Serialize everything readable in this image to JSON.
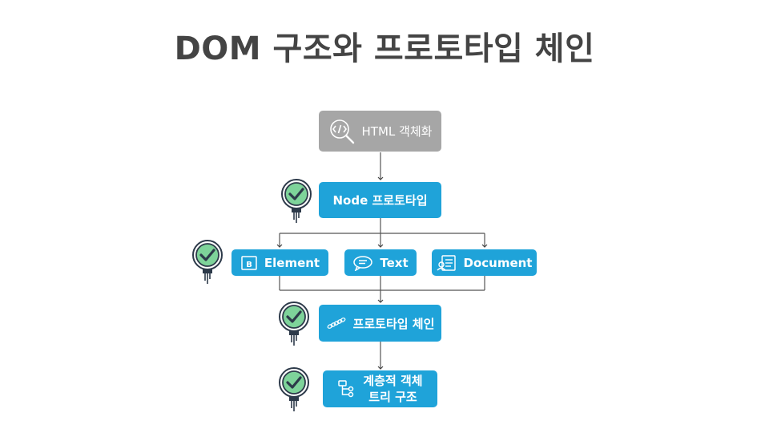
{
  "title": "DOM 구조와 프로토타입 체인",
  "nodes": {
    "html_object": {
      "label": "HTML 객체화",
      "icon": "code-search-icon",
      "color": "#a6a6a6"
    },
    "node_proto": {
      "label": "Node 프로토타입",
      "color": "#1fa3d9"
    },
    "element": {
      "label": "Element",
      "icon": "element-icon"
    },
    "text": {
      "label": "Text",
      "icon": "speech-bubble-icon"
    },
    "document": {
      "label": "Document",
      "icon": "document-icon"
    },
    "proto_chain": {
      "label": "프로토타입 체인",
      "icon": "chain-icon"
    },
    "tree": {
      "label": "계층적 객체\n트리 구조",
      "icon": "tree-icon"
    }
  },
  "check_badges": {
    "icon": "check-badge-icon",
    "fill": "#7ed39a",
    "stroke": "#2d3a4a",
    "count": 4
  }
}
